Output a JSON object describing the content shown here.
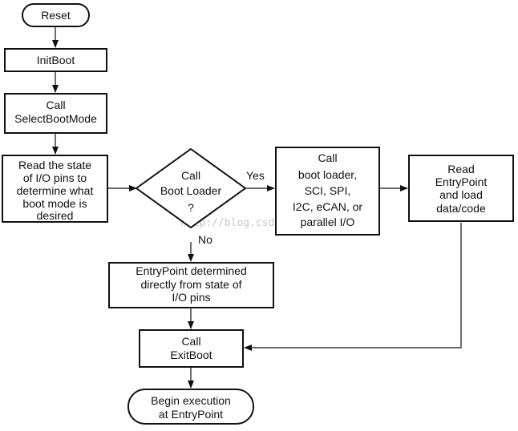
{
  "flowchart": {
    "reset": "Reset",
    "init_boot": "InitBoot",
    "select_boot_mode": [
      "Call",
      "SelectBootMode"
    ],
    "read_pins": [
      "Read the state",
      "of I/O pins to",
      "determine what",
      "boot mode is",
      "desired"
    ],
    "decision": [
      "Call",
      "Boot Loader",
      "?"
    ],
    "call_boot_loader": [
      "Call",
      "boot loader,",
      "SCI, SPI,",
      "I2C, eCAN, or",
      "parallel I/O"
    ],
    "read_entry": [
      "Read",
      "EntryPoint",
      "and load",
      "data/code"
    ],
    "entry_from_pins": [
      "EntryPoint determined",
      "directly from state of",
      "I/O pins"
    ],
    "exit_boot": [
      "Call",
      "ExitBoot"
    ],
    "begin_exec": [
      "Begin execution",
      "at EntryPoint"
    ],
    "yes_label": "Yes",
    "no_label": "No"
  },
  "watermark": "http://blog.csdn.net/"
}
